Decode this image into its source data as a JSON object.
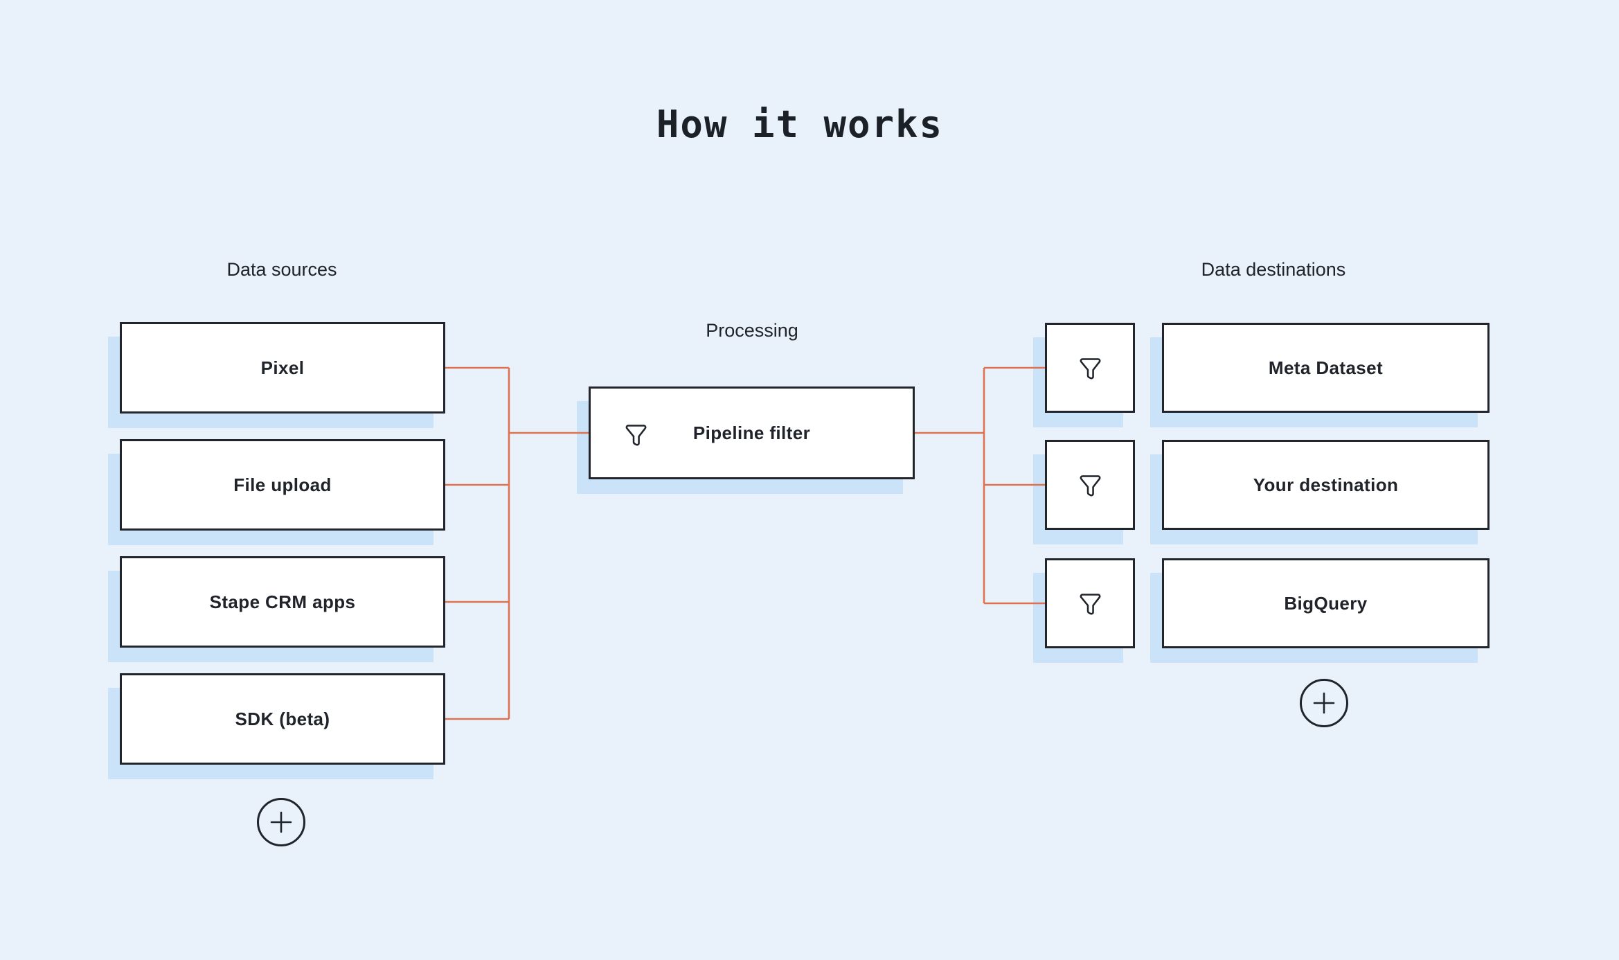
{
  "title": "How it works",
  "sections": {
    "sources_label": "Data sources",
    "processing_label": "Processing",
    "destinations_label": "Data destinations"
  },
  "sources": {
    "items": [
      {
        "label": "Pixel"
      },
      {
        "label": "File upload"
      },
      {
        "label": "Stape CRM apps"
      },
      {
        "label": "SDK (beta)"
      }
    ],
    "add_button": "+"
  },
  "processing": {
    "node_label": "Pipeline filter",
    "node_icon": "funnel-icon"
  },
  "destinations": {
    "filter_nodes": [
      {
        "icon": "funnel-icon"
      },
      {
        "icon": "funnel-icon"
      },
      {
        "icon": "funnel-icon"
      }
    ],
    "items": [
      {
        "label": "Meta Dataset"
      },
      {
        "label": "Your destination"
      },
      {
        "label": "BigQuery"
      }
    ],
    "add_button": "+"
  },
  "colors": {
    "background": "#e9f2fb",
    "node_background": "#ffffff",
    "node_shadow": "#cbe3f8",
    "connector_orange": "#dd7150",
    "ink": "#22262c",
    "text": "#20242a"
  }
}
